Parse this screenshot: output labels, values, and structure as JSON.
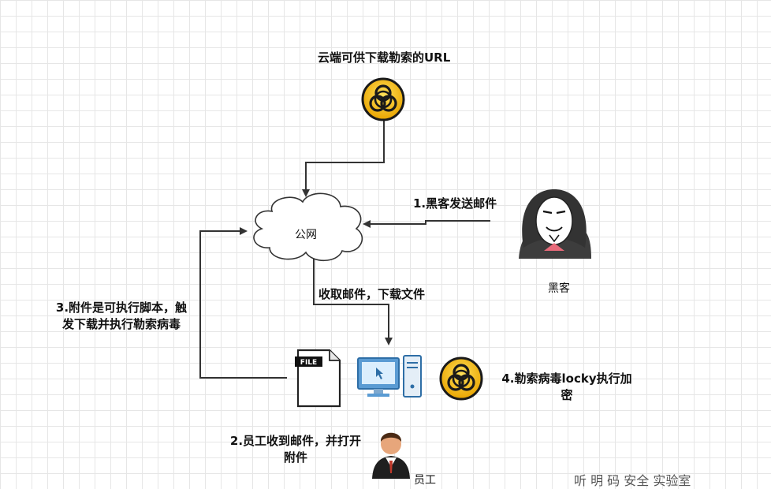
{
  "labels": {
    "cloud_url": "云端可供下载勒索的URL",
    "internet": "公网",
    "step1": "1.黑客发送邮件",
    "hacker": "黑客",
    "receive": "收取邮件，下载文件",
    "step3_line1": "3.附件是可执行脚本，触",
    "step3_line2": "发下载并执行勒索病毒",
    "step4_line1": "4.勒索病毒locky执行加",
    "step4_line2": "密",
    "step2_line1": "2.员工收到邮件，并打开",
    "step2_line2": "附件",
    "employee": "员工",
    "file_tag": "FILE",
    "watermark": "听 明 码 安全  实验室"
  },
  "icons": [
    "biohazard-icon",
    "cloud-icon",
    "hacker-mask-icon",
    "file-icon",
    "computer-icon",
    "biohazard-icon",
    "employee-icon"
  ],
  "colors": {
    "arrow": "#333333",
    "biohazard_yellow": "#f2b807",
    "grid": "#e6e6e6",
    "monitor_blue": "#5a9bd3"
  }
}
